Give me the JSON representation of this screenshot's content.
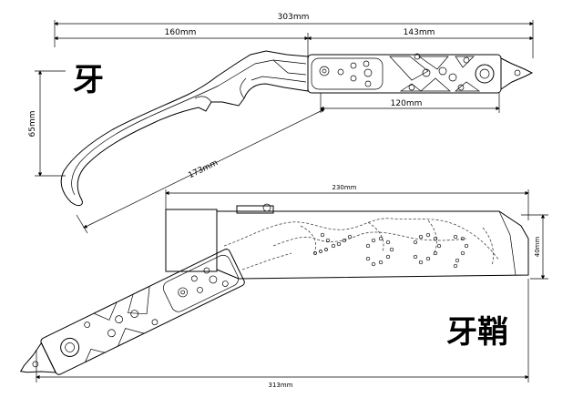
{
  "labels": {
    "fang": "牙",
    "sheath": "牙鞘"
  },
  "dimensions": {
    "overall_length": "303mm",
    "blade_length": "160mm",
    "handle_length": "143mm",
    "grip_length": "120mm",
    "blade_height": "65mm",
    "blade_diagonal": "173mm",
    "sheath_length": "230mm",
    "sheath_height": "40mm",
    "sheathed_total": "313mm"
  }
}
